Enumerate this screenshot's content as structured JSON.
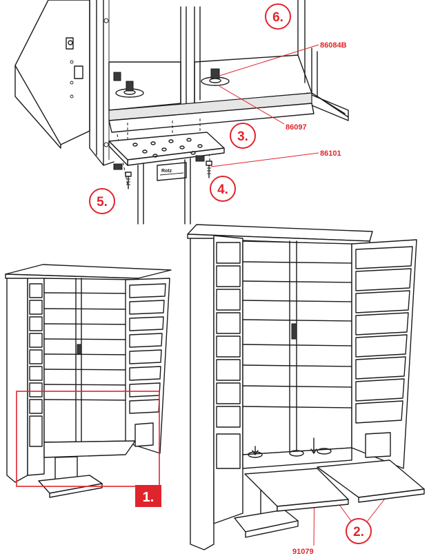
{
  "steps": {
    "s1": "1.",
    "s2": "2.",
    "s3": "3.",
    "s4": "4.",
    "s5": "5.",
    "s6": "6."
  },
  "parts": {
    "p86084b": "86084B",
    "p86097": "86097",
    "p86101": "86101",
    "p91079": "91079"
  },
  "label_plate": {
    "line1": "Rotz"
  },
  "colors": {
    "accent_red": "#e0242b",
    "ink": "#1a1a1a"
  }
}
